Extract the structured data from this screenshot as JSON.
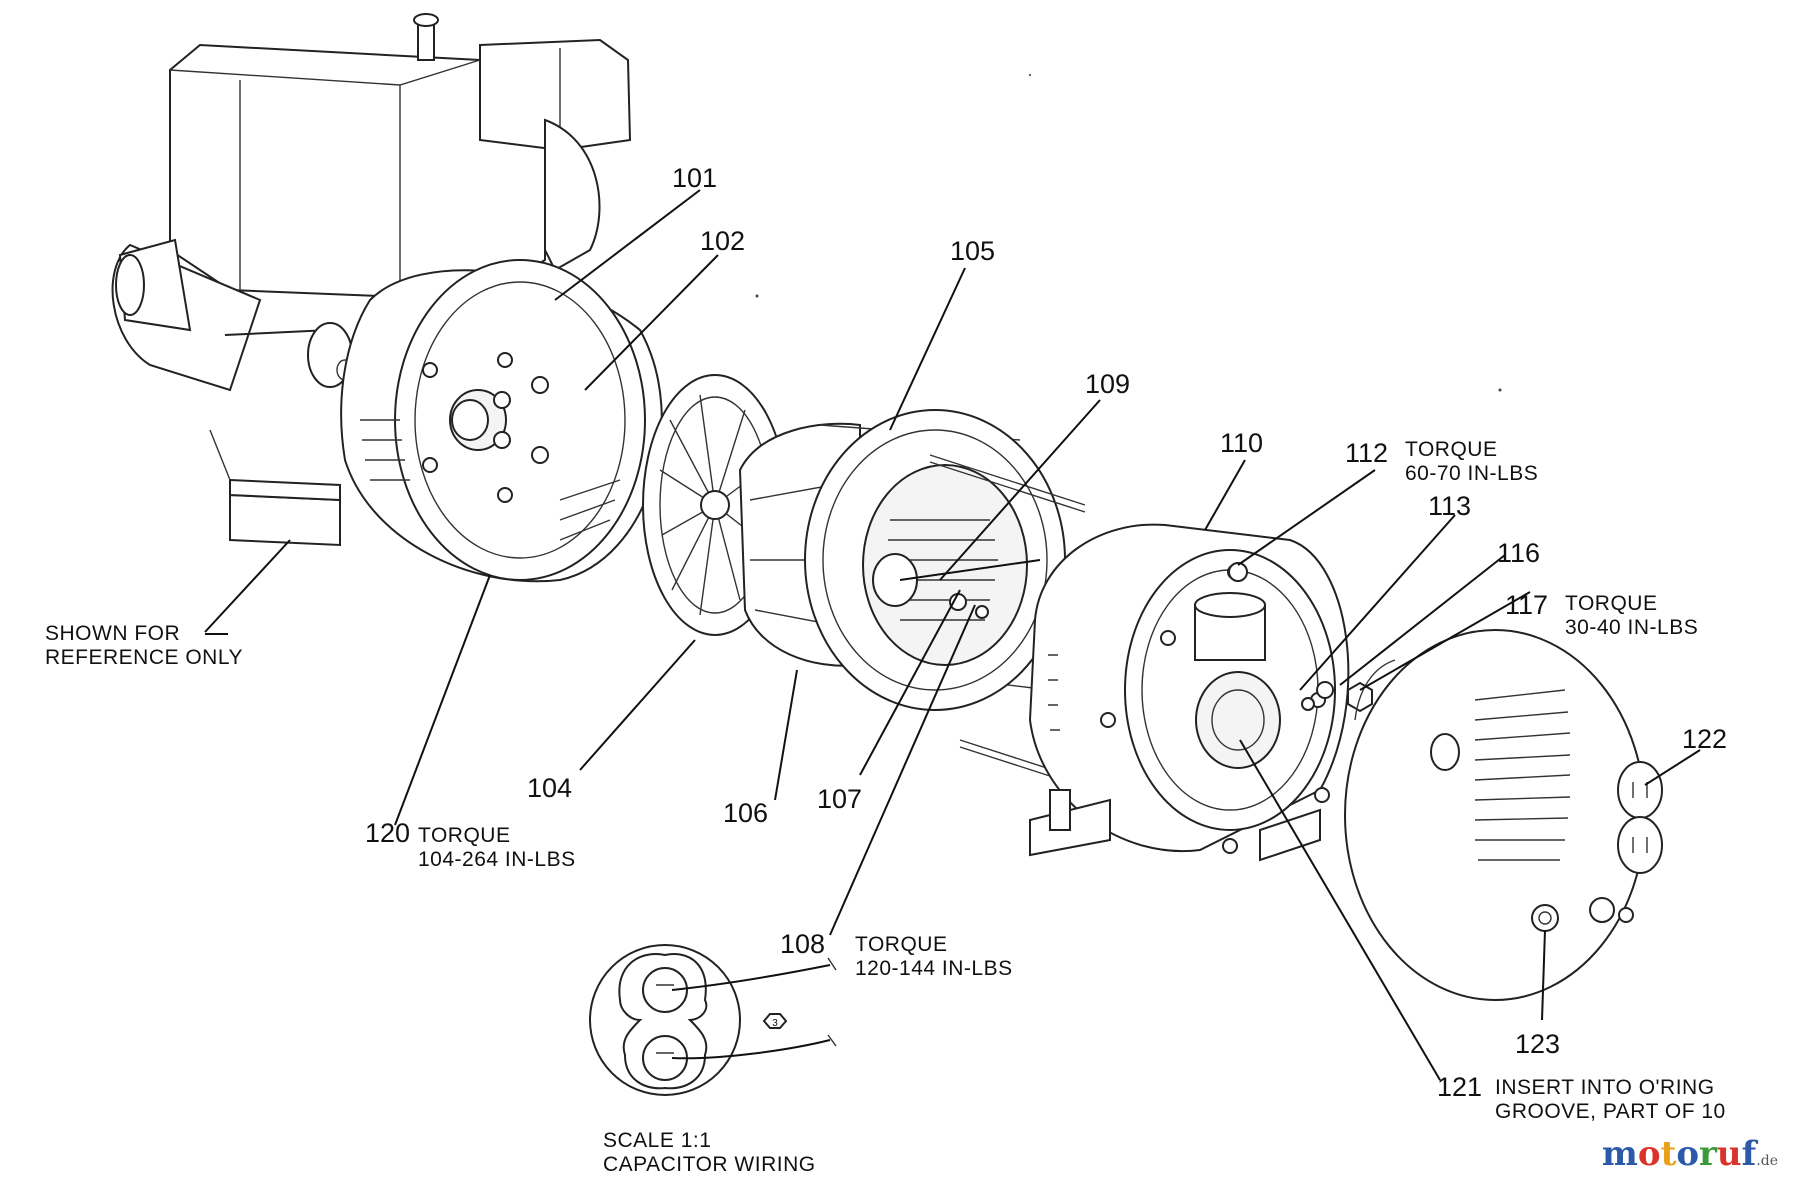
{
  "callouts": {
    "c101": "101",
    "c102": "102",
    "c104": "104",
    "c105": "105",
    "c106": "106",
    "c107": "107",
    "c108": "108",
    "c109": "109",
    "c110": "110",
    "c112": "112",
    "c113": "113",
    "c116": "116",
    "c117": "117",
    "c120": "120",
    "c121": "121",
    "c122": "122",
    "c123": "123"
  },
  "notes": {
    "torque_120_a": "TORQUE",
    "torque_120_b": "104-264 IN-LBS",
    "torque_108_a": "TORQUE",
    "torque_108_b": "120-144 IN-LBS",
    "torque_112_a": "TORQUE",
    "torque_112_b": "60-70 IN-LBS",
    "torque_117_a": "TORQUE",
    "torque_117_b": "30-40 IN-LBS",
    "reference_a": "SHOWN FOR",
    "reference_b": "REFERENCE ONLY",
    "insert_a": "INSERT INTO O'RING",
    "insert_b": "GROOVE, PART OF 10",
    "scale_a": "SCALE 1:1",
    "scale_b": "CAPACITOR WIRING",
    "wire_marker": "3"
  },
  "watermark": {
    "text": "motoruf",
    "suffix": ".de",
    "colors": [
      "#2d5aa8",
      "#d9342b",
      "#e8a21a",
      "#2d5aa8",
      "#3a9a3a",
      "#d9342b",
      "#2d5aa8"
    ]
  }
}
